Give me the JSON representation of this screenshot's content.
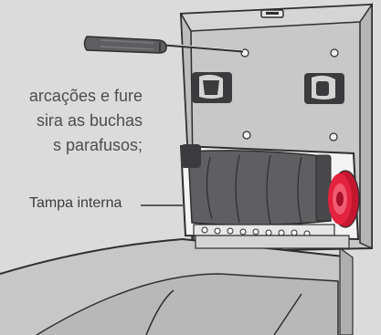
{
  "instructions": {
    "line1": "arcações e fure",
    "line2": "sira as buchas",
    "line3": "s parafusos;"
  },
  "callout": {
    "label": "Tampa interna"
  },
  "colors": {
    "background": "#dcdbdc",
    "cabinet_fill": "#c5c4c5",
    "outline": "#2e2e30",
    "roller": "#5f5f61",
    "wheel": "#e2223e",
    "text": "#4d4d4f"
  },
  "icons": {
    "tool": "screwdriver-icon",
    "device": "paper-towel-dispenser-icon"
  }
}
